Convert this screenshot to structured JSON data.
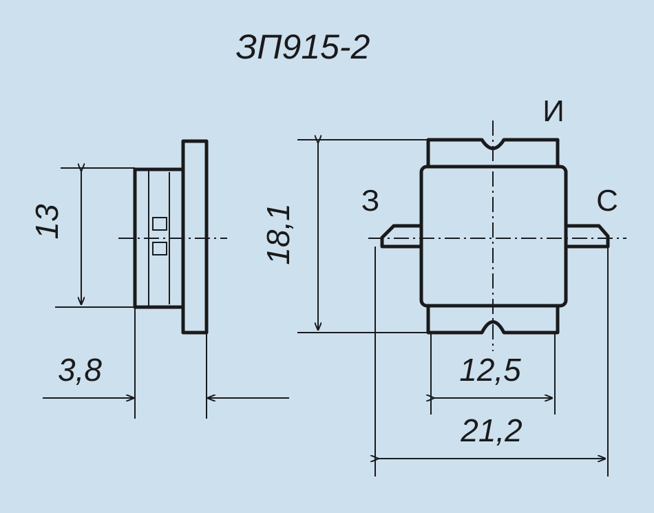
{
  "title": "ЗП915-2",
  "pins": {
    "drain": "И",
    "gate": "З",
    "source": "С"
  },
  "dimensions": {
    "side_height": "13",
    "side_thickness": "3,8",
    "front_height": "18,1",
    "body_width": "12,5",
    "total_width": "21,2"
  }
}
